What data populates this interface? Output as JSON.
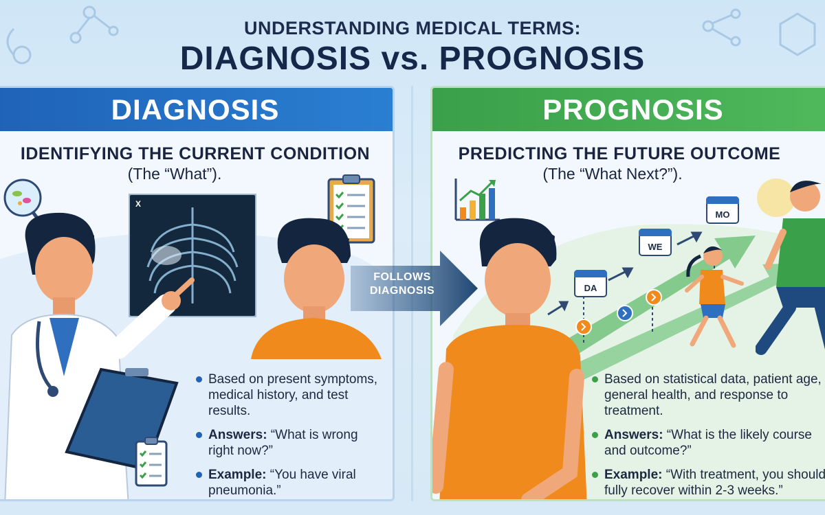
{
  "header": {
    "title_small": "UNDERSTANDING MEDICAL TERMS:",
    "title_big": "DIAGNOSIS vs. PROGNOSIS"
  },
  "diagnosis": {
    "banner": "DIAGNOSIS",
    "subheading": "IDENTIFYING THE CURRENT CONDITION",
    "subparen": "(The “What”).",
    "xray_label": "X",
    "bullets": {
      "b1": "Based on present symptoms, medical history, and test results.",
      "b2_label": "Answers:",
      "b2_text": " “What is wrong right now?”",
      "b3_label": "Example:",
      "b3_text": " “You have viral pneumonia.”"
    },
    "color": "#1f63b8"
  },
  "arrow": {
    "line1": "FOLLOWS",
    "line2": "DIAGNOSIS"
  },
  "prognosis": {
    "banner": "PROGNOSIS",
    "subheading": "PREDICTING THE FUTURE OUTCOME",
    "subparen": "(The “What Next?”).",
    "calendars": {
      "day": "DA",
      "week": "WE",
      "month": "MO"
    },
    "bullets": {
      "b1": "Based on statistical data, patient age, general health, and response to treatment.",
      "b2_label": "Answers:",
      "b2_text": " “What is the likely course and outcome?”",
      "b3_label": "Example:",
      "b3_text": " “With treatment, you should fully recover within 2-3 weeks.”"
    },
    "color": "#3aa04a"
  }
}
